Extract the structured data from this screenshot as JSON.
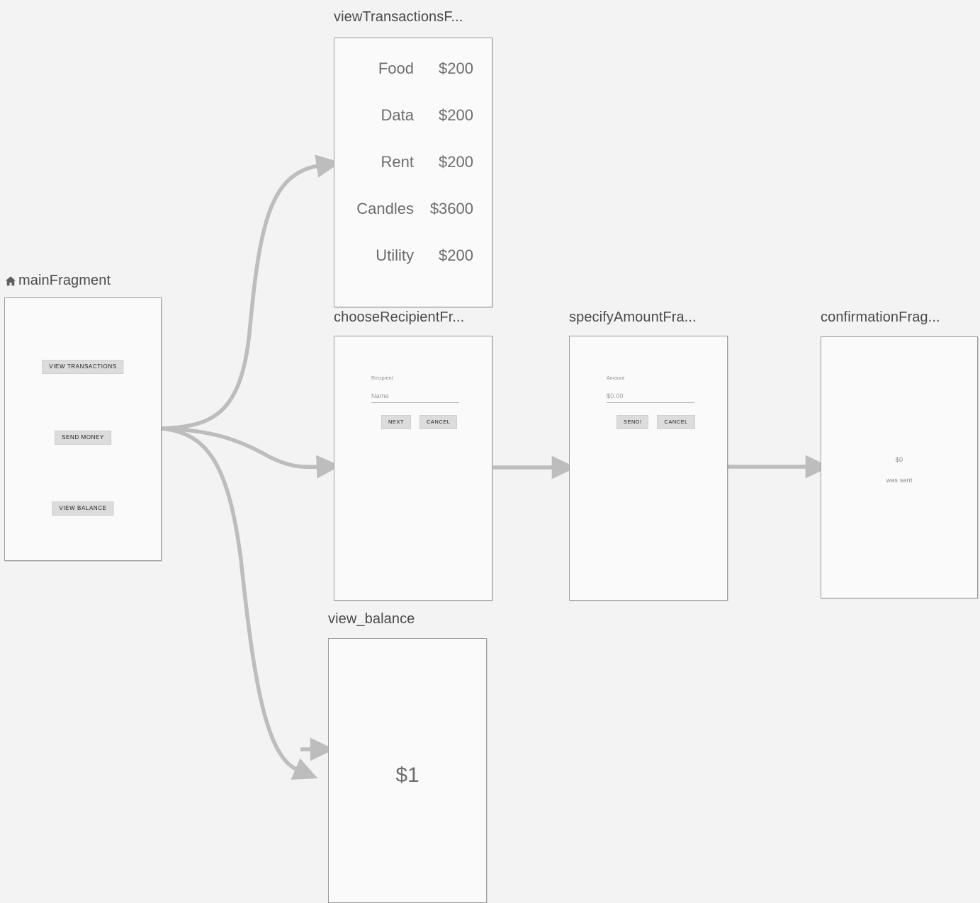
{
  "editor": {
    "name": "navigation-graph-editor",
    "background_color": "#f3f3f3",
    "edge_color": "#bdbdbd",
    "frame_border_color": "#9e9e9e",
    "frame_fill_color": "#fafafa",
    "title_color": "#4a4a4a"
  },
  "destinations": [
    {
      "id": "mainFragment",
      "label": "mainFragment",
      "is_start_destination": true,
      "start_icon": "home-icon",
      "buttons": [
        {
          "label": "VIEW TRANSACTIONS"
        },
        {
          "label": "SEND MONEY"
        },
        {
          "label": "VIEW BALANCE"
        }
      ]
    },
    {
      "id": "viewTransactionsFragment",
      "label": "viewTransactionsF...",
      "is_start_destination": false,
      "transactions": [
        {
          "name": "Food",
          "amount": "$200"
        },
        {
          "name": "Data",
          "amount": "$200"
        },
        {
          "name": "Rent",
          "amount": "$200"
        },
        {
          "name": "Candles",
          "amount": "$3600"
        },
        {
          "name": "Utility",
          "amount": "$200"
        }
      ]
    },
    {
      "id": "chooseRecipientFragment",
      "label": "chooseRecipientFr...",
      "is_start_destination": false,
      "form": {
        "field_label": "Recipient",
        "field_placeholder": "Name",
        "primary_button": "NEXT",
        "secondary_button": "CANCEL"
      }
    },
    {
      "id": "specifyAmountFragment",
      "label": "specifyAmountFra...",
      "is_start_destination": false,
      "form": {
        "field_label": "Amount",
        "field_placeholder": "$0.00",
        "primary_button": "SEND!",
        "secondary_button": "CANCEL"
      }
    },
    {
      "id": "confirmationFragment",
      "label": "confirmationFrag...",
      "is_start_destination": false,
      "confirmation": {
        "amount": "$0",
        "message": "was sent"
      }
    },
    {
      "id": "view_balance",
      "label": "view_balance",
      "is_start_destination": false,
      "balance": "$1"
    }
  ],
  "actions": [
    {
      "from": "mainFragment",
      "to": "viewTransactionsFragment"
    },
    {
      "from": "mainFragment",
      "to": "chooseRecipientFragment"
    },
    {
      "from": "mainFragment",
      "to": "view_balance"
    },
    {
      "from": "chooseRecipientFragment",
      "to": "specifyAmountFragment"
    },
    {
      "from": "specifyAmountFragment",
      "to": "confirmationFragment"
    }
  ]
}
